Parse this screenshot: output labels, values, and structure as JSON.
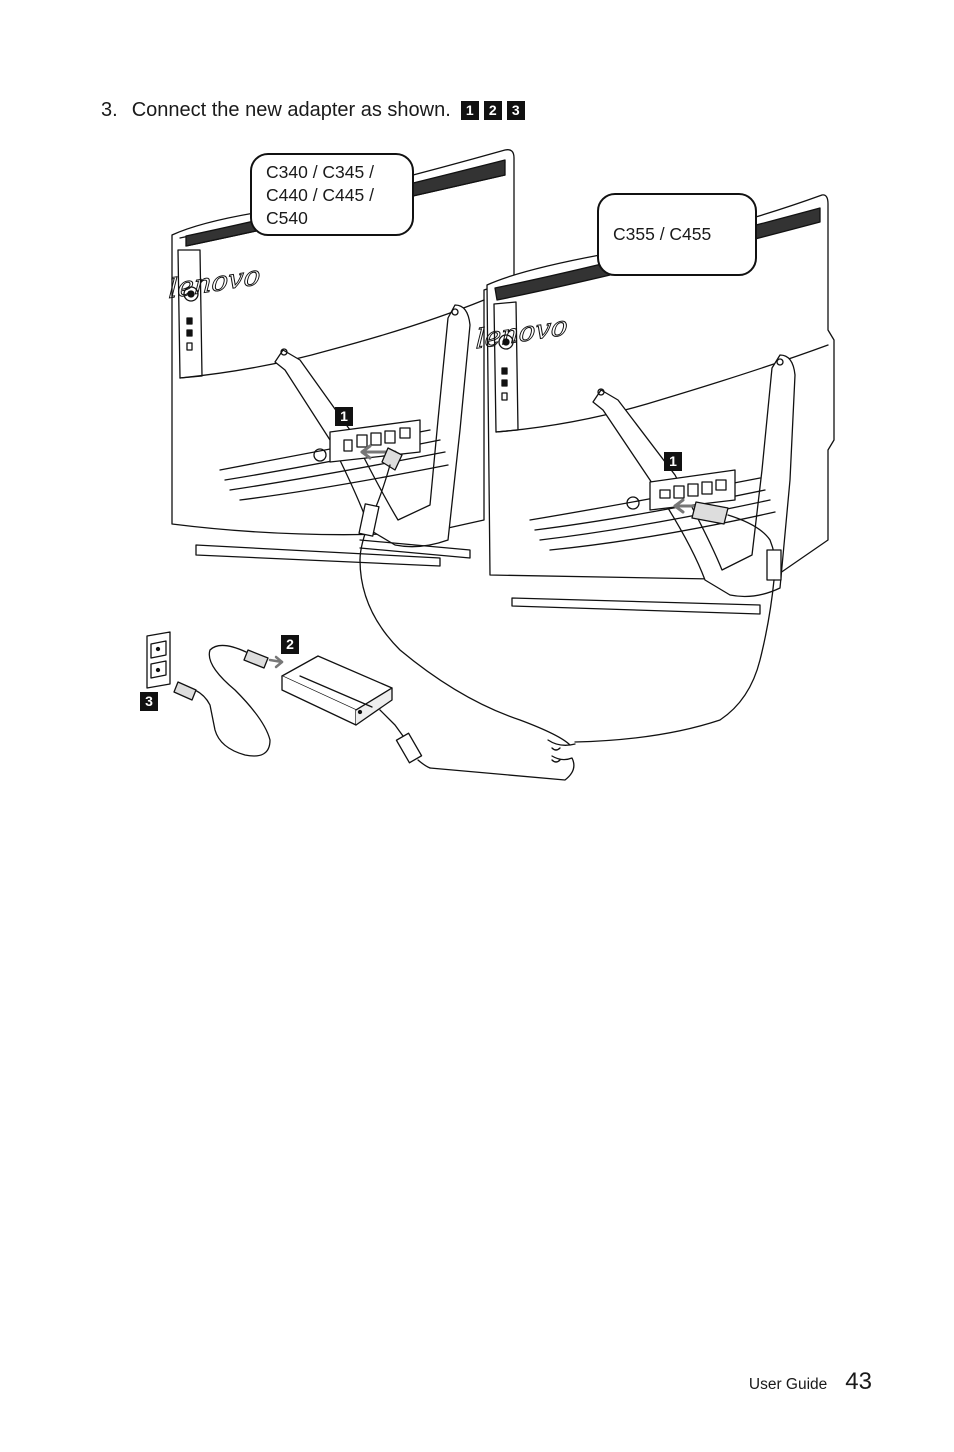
{
  "instruction": {
    "number": "3.",
    "text": "Connect the new adapter as shown.",
    "steps": [
      "1",
      "2",
      "3"
    ]
  },
  "callouts": {
    "left_models": "C340 / C345 / C440 / C445 / C540",
    "right_models": "C355 / C455"
  },
  "brand_logo": "lenovo",
  "markers": {
    "left_port": "1",
    "right_port": "1",
    "adapter": "2",
    "outlet": "3"
  },
  "footer": {
    "label": "User Guide",
    "page_number": "43"
  }
}
